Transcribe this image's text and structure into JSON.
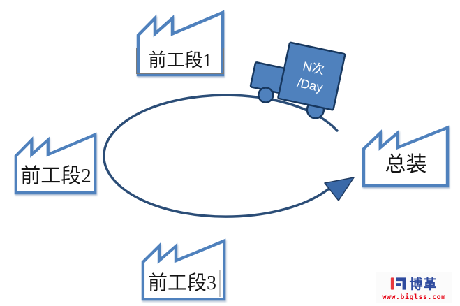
{
  "diagram": {
    "factories": [
      {
        "id": "pre-process-1",
        "label": "前工段1"
      },
      {
        "id": "pre-process-2",
        "label": "前工段2"
      },
      {
        "id": "pre-process-3",
        "label": "前工段3"
      },
      {
        "id": "final-assembly",
        "label": "总装"
      }
    ],
    "truck": {
      "line1": "N次",
      "line2": "/Day"
    },
    "colors": {
      "shape_blue": "#4f81bd",
      "shape_dark_blue": "#17375e",
      "arc_blue": "#2b4d77",
      "arrow_fill": "#3a69a8",
      "label_text": "#141414"
    },
    "watermark": {
      "brand": "博革",
      "url": "www.biglss.com",
      "brand_color": "#2f4b9e",
      "accent_red": "#e8383d"
    }
  }
}
